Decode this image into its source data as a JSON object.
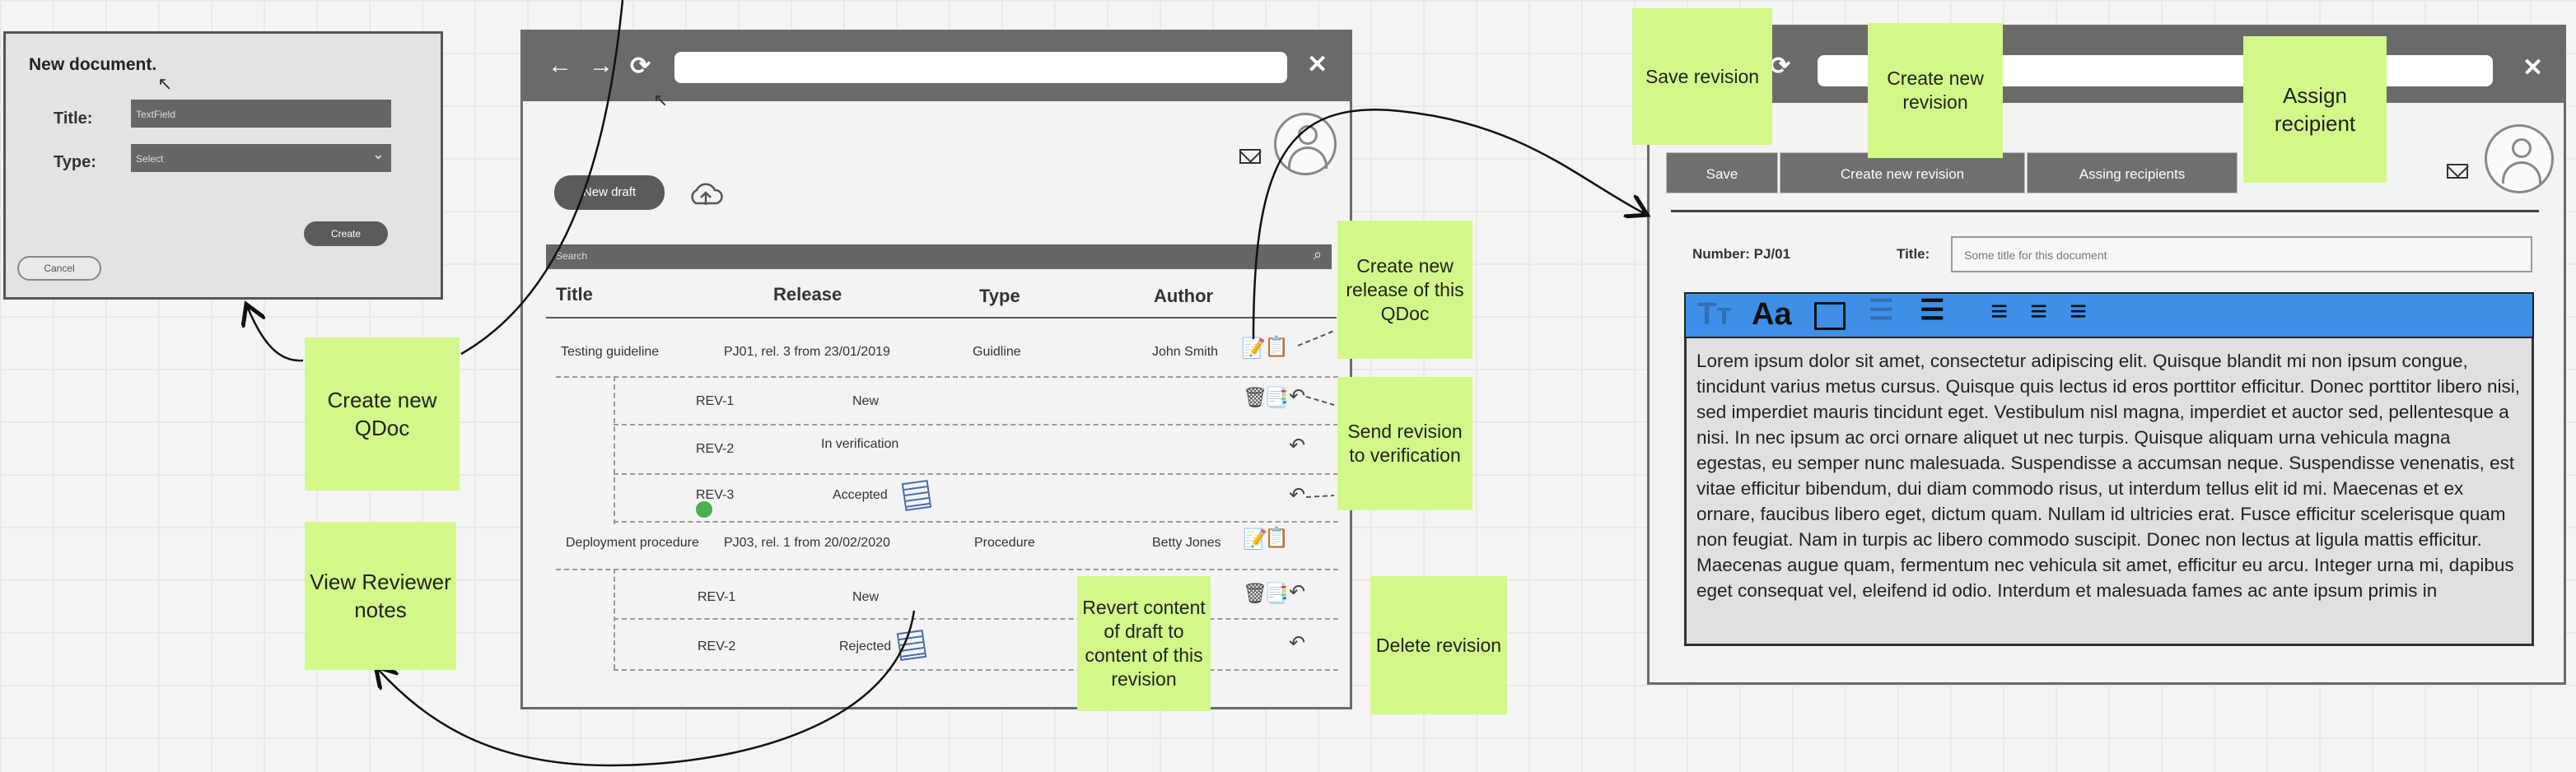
{
  "dialog": {
    "title": "New document.",
    "title_label": "Title:",
    "title_value": "TextField",
    "type_label": "Type:",
    "type_value": "Select",
    "create_label": "Create",
    "cancel_label": "Cancel"
  },
  "browser": {
    "nav": {
      "back": "←",
      "forward": "→",
      "reload": "⟳",
      "close": "✕"
    },
    "new_draft_label": "New draft",
    "search_placeholder": "Search",
    "columns": [
      "Title",
      "Release",
      "Type",
      "Author"
    ],
    "rows": [
      {
        "title": "Testing guideline",
        "release": "PJ01, rel. 3 from 23/01/2019",
        "type": "Guidline",
        "author": "John Smith"
      },
      {
        "rev": "REV-1",
        "status": "New"
      },
      {
        "rev": "REV-2",
        "status": "In verification"
      },
      {
        "rev": "REV-3",
        "status": "Accepted"
      },
      {
        "title": "Deployment procedure",
        "release": "PJ03, rel. 1 from 20/02/2020",
        "type": "Procedure",
        "author": "Betty Jones"
      },
      {
        "rev": "REV-1",
        "status": "New"
      },
      {
        "rev": "REV-2",
        "status": "Rejected"
      }
    ]
  },
  "editor": {
    "buttons": {
      "save": "Save",
      "create_revision": "Create new revision",
      "assign": "Assing recipients"
    },
    "number_label": "Number: PJ/01",
    "title_label": "Title:",
    "title_value": "Some title for this document",
    "body_text": "Lorem ipsum dolor sit amet, consectetur adipiscing elit. Quisque blandit mi non ipsum congue, tincidunt varius metus cursus. Quisque quis lectus id eros porttitor efficitur. Donec porttitor libero nisi, sed imperdiet mauris tincidunt eget. Vestibulum nisl magna, imperdiet et auctor sed, pellentesque a nisi. In nec ipsum ac orci ornare aliquet ut nec turpis. Quisque aliquam urna vehicula magna egestas, eu semper nunc malesuada. Suspendisse a accumsan neque. Suspendisse venenatis, est vitae efficitur bibendum, dui diam commodo risus, ut interdum tellus elit id mi. Maecenas et ex ornare, faucibus libero eget, dictum quam. Nullam id ultricies erat. Fusce efficitur scelerisque quam non feugiat. Nam in turpis ac libero commodo suscipit. Donec non lectus at ligula mattis efficitur. Maecenas augue quam, fermentum nec vehicula sit amet, efficitur eu arcu. Integer urna mi, dapibus eget consequat vel, eleifend id odio. Interdum et malesuada fames ac ante ipsum primis in"
  },
  "stickies": {
    "create_qdoc": "Create new QDoc",
    "view_reviewer": "View Reviewer notes",
    "create_release": "Create new release of this QDoc",
    "send_revision": "Send revision to verification",
    "revert_content": "Revert content of draft to content of this revision",
    "delete_revision": "Delete revision",
    "save_revision": "Save revision",
    "create_revision": "Create new revision",
    "assign_recipient": "Assign recipient"
  },
  "colors": {
    "sticky": "#d2f88a",
    "toolbar": "#3d8fe8",
    "window_bar": "#6a6a6a",
    "accepted_dot": "#4caf50"
  }
}
